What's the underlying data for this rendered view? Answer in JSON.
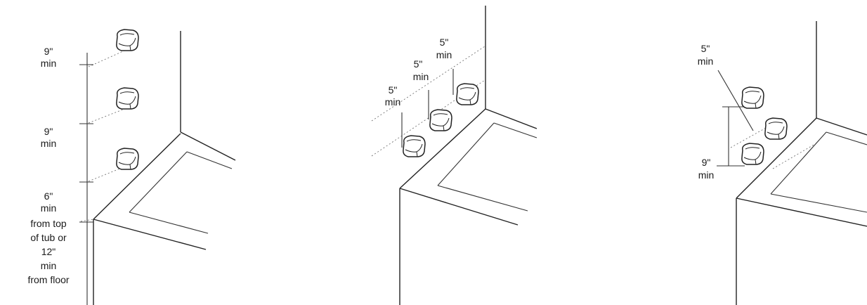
{
  "panels": [
    {
      "labels": [
        "9\"",
        "min",
        "9\"",
        "min",
        "6\"",
        "min",
        "from top",
        "of tub or",
        "12\"",
        "min",
        "from floor"
      ]
    },
    {
      "labels": [
        "5\"",
        "min",
        "5\"",
        "min",
        "5\"",
        "min"
      ]
    },
    {
      "labels": [
        "5\"",
        "min",
        "9\"",
        "min"
      ]
    }
  ],
  "colors": {
    "line": "#222222",
    "background": "#ffffff"
  }
}
